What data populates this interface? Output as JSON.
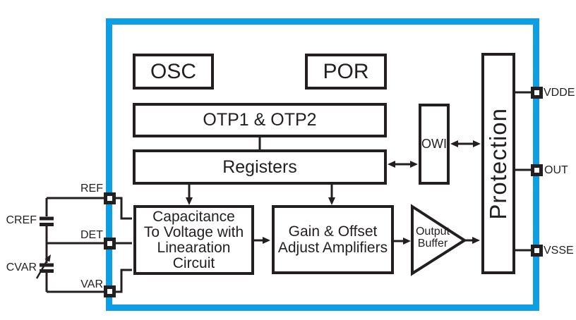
{
  "blocks": {
    "osc": "OSC",
    "por": "POR",
    "otp": "OTP1 & OTP2",
    "registers": "Registers",
    "c2v": "Capacitance\nTo Voltage with\nLinearation\nCircuit",
    "gain": "Gain & Offset\nAdjust Amplifiers",
    "output_buffer": "Output\nBuffer",
    "owi": "OWI",
    "protection": "Protection"
  },
  "pins": {
    "ref": "REF",
    "det": "DET",
    "var": "VAR",
    "vdde": "VDDE",
    "out": "OUT",
    "vsse": "VSSE"
  },
  "external_components": {
    "cref": "CREF",
    "cvar": "CVAR"
  },
  "colors": {
    "chip_outline": "#0d9ee3",
    "ink": "#231f20"
  }
}
